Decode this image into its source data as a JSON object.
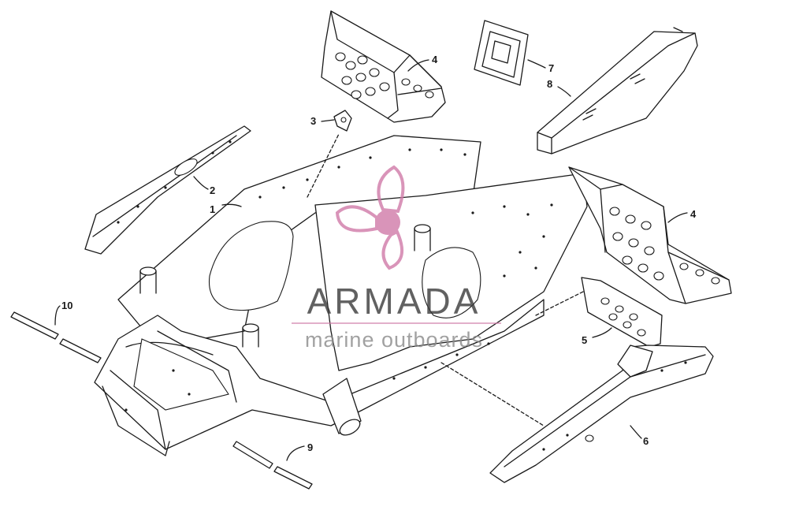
{
  "callouts": {
    "c1": "1",
    "c2": "2",
    "c3": "3",
    "c4a": "4",
    "c4b": "4",
    "c5": "5",
    "c6": "6",
    "c7": "7",
    "c8": "8",
    "c9": "9",
    "c10": "10"
  },
  "watermark": {
    "title": "ARMADA",
    "subtitle": "marine outboards",
    "logo_color": "#d07aa8"
  },
  "colors": {
    "line": "#1a1a1a",
    "background": "#ffffff"
  }
}
